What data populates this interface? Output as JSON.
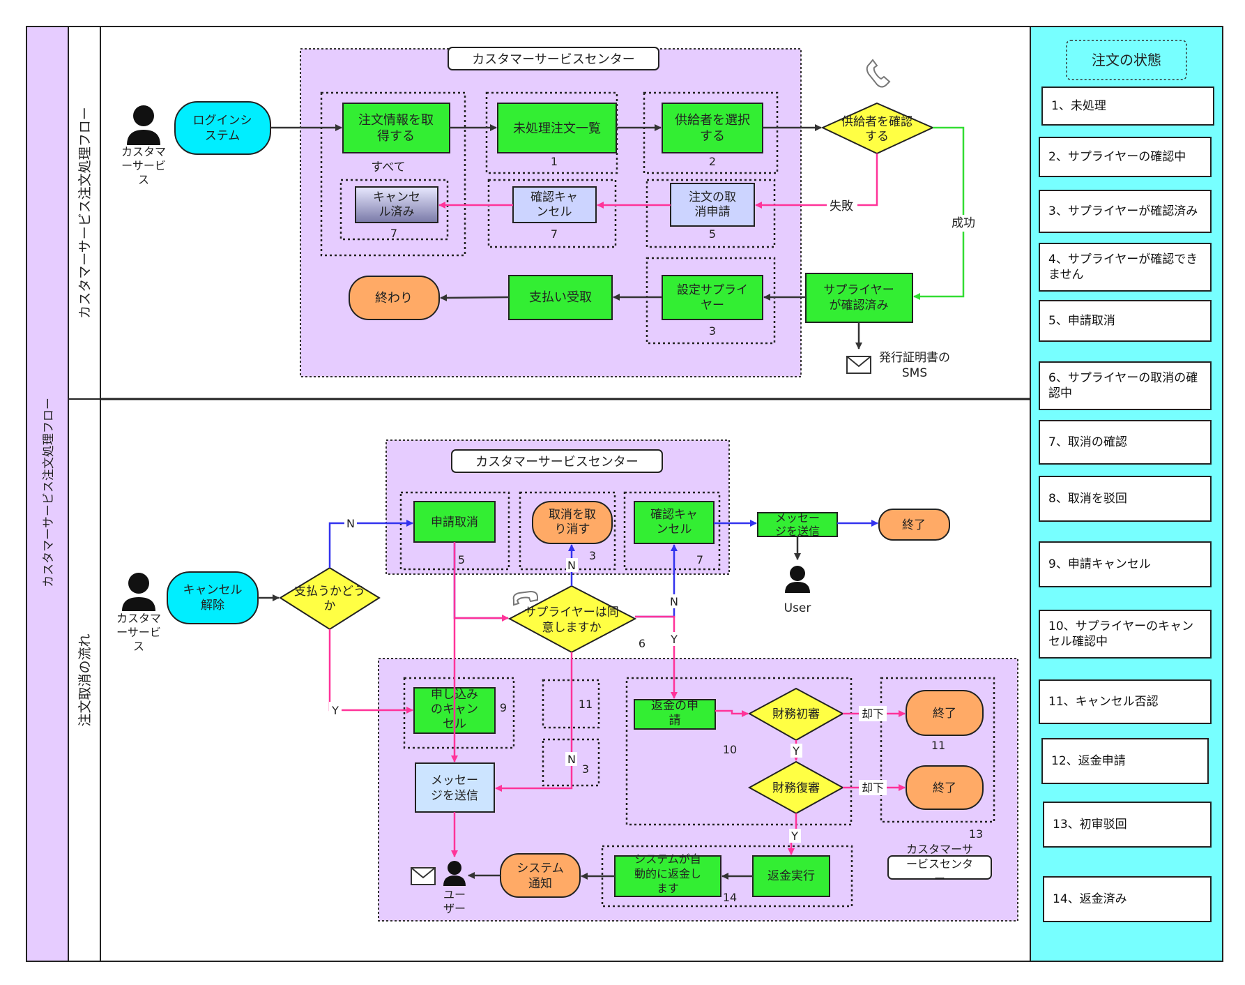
{
  "pool_title": "カスタマーサービス注文処理フロー",
  "lanes": [
    "カスタマーサービス注文処理フロー",
    "注文取消の流れ"
  ],
  "top": {
    "group_title": "カスタマーサービスセンター",
    "actor_label": [
      "カスタマ",
      "ーサービ",
      "ス"
    ],
    "login": [
      "ログインシ",
      "ステム"
    ],
    "get_info": [
      "注文情報を取",
      "得する"
    ],
    "unprocessed": [
      "未処理注文一覧"
    ],
    "select_supplier": [
      "供給者を選択",
      "する"
    ],
    "confirm_supplier": [
      "供給者を確認",
      "する"
    ],
    "cancelled": [
      "キャンセ",
      "ル済み"
    ],
    "confirm_cancel": [
      "確認キャ",
      "ンセル"
    ],
    "cancel_request": [
      "注文の取",
      "消申請"
    ],
    "supplier_confirmed": [
      "サプライヤー",
      "が確認済み"
    ],
    "set_supplier": [
      "設定サプライ",
      "ヤー"
    ],
    "payment": [
      "支払い受取"
    ],
    "end": [
      "終わり"
    ],
    "sms": [
      "発行証明書の",
      "SMS"
    ],
    "all": "すべて",
    "fail": "失敗",
    "success": "成功",
    "n1": "1",
    "n2": "2",
    "n3": "3",
    "n5": "5",
    "n7a": "7",
    "n7b": "7"
  },
  "bottom": {
    "group_title": "カスタマーサービスセンター",
    "actor_label": [
      "カスタマ",
      "ーサービ",
      "ス"
    ],
    "cancel_release": [
      "キャンセル",
      "解除"
    ],
    "paid_q": [
      "支払うかどう",
      "か"
    ],
    "apply_cancel": [
      "申請取消"
    ],
    "undo_cancel": [
      "取消を取",
      "り消す"
    ],
    "confirm_cancel": [
      "確認キャ",
      "ンセル"
    ],
    "send_msg_top": [
      "メッセー",
      "ジを送信"
    ],
    "end_top": [
      "終了"
    ],
    "user_label": "User",
    "supplier_q": [
      "サプライヤーは同",
      "意しますか"
    ],
    "app_cancel": [
      "申し込み",
      "のキャン",
      "セル"
    ],
    "send_msg": [
      "メッセー",
      "ジを送信"
    ],
    "refund_apply": [
      "返金の申",
      "請"
    ],
    "fin_first": [
      "財務初審"
    ],
    "fin_second": [
      "財務復審"
    ],
    "end1": [
      "終了"
    ],
    "end2": [
      "終了"
    ],
    "refund_exec": [
      "返金実行"
    ],
    "auto_refund": [
      "システムが自",
      "動的に返金し",
      "ます"
    ],
    "sys_notify": [
      "システム",
      "通知"
    ],
    "user2": [
      "ユー",
      "ザー"
    ],
    "cs_center2": [
      "カスタマーサ",
      "ービスセンタ",
      "ー"
    ],
    "N": "N",
    "Y": "Y",
    "reject": "却下",
    "n3a": "3",
    "n3b": "3",
    "n5": "5",
    "n6": "6",
    "n7": "7",
    "n9": "9",
    "n10": "10",
    "n11a": "11",
    "n11b": "11",
    "n13": "13",
    "n14": "14"
  },
  "status_panel": {
    "title": "注文の状態",
    "items": [
      "1、未処理",
      "2、サプライヤーの確認中",
      "3、サプライヤーが確認済み",
      "4、サプライヤーが確認できません",
      "5、申請取消",
      "6、サプライヤーの取消の確認中",
      "7、取消の確認",
      "8、取消を驳回",
      "9、申請キャンセル",
      "10、サプライヤーのキャンセル確認中",
      "11、キャンセル否認",
      "12、返金申請",
      "13、初审驳回",
      "14、返金済み"
    ]
  },
  "colors": {
    "green": "#33ee33",
    "cyan": "#00eeff",
    "orange": "#ffaa66",
    "yellow": "#ffff44",
    "lavender": "#e6ccff",
    "light_blue": "#ccd4ff",
    "panel": "#77ffff",
    "pink": "#ff3399",
    "blue": "#3333ee",
    "lime": "#33dd33"
  }
}
